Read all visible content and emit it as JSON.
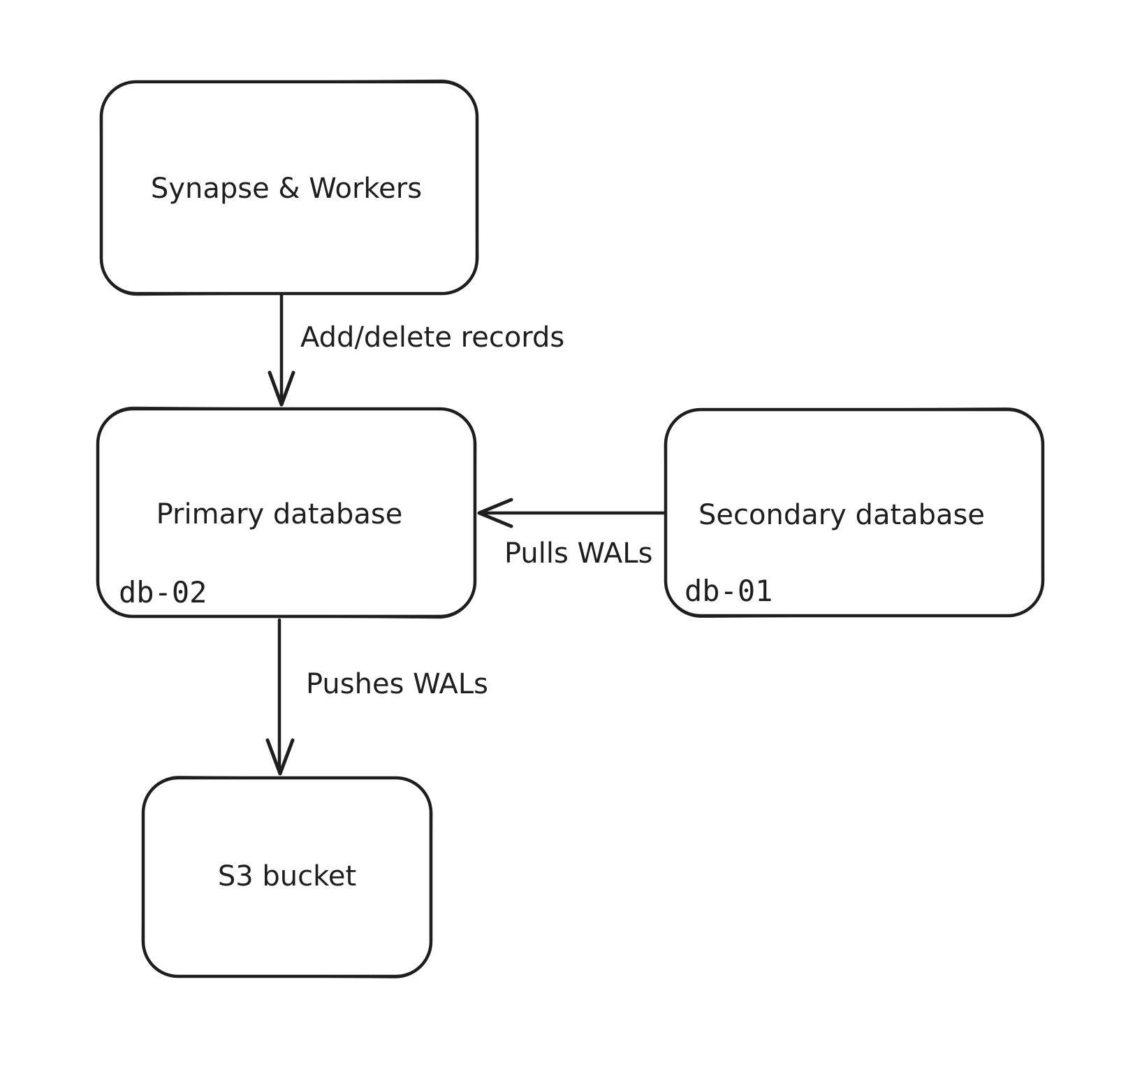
{
  "diagram": {
    "background_color": "#ffffff",
    "stroke_color": "#1e1e1e",
    "style": "hand-drawn"
  },
  "nodes": [
    {
      "id": "synapse-workers",
      "label": "Synapse & Workers"
    },
    {
      "id": "primary-database",
      "label": "Primary database",
      "code_label": "db-02"
    },
    {
      "id": "secondary-database",
      "label": "Secondary database",
      "code_label": "db-01"
    },
    {
      "id": "s3-bucket",
      "label": "S3 bucket"
    }
  ],
  "edges": [
    {
      "id": "add-delete-records",
      "from": "synapse-workers",
      "to": "primary-database",
      "label": "Add/delete records"
    },
    {
      "id": "pulls-wals",
      "from": "secondary-database",
      "to": "primary-database",
      "label": "Pulls WALs"
    },
    {
      "id": "pushes-wals",
      "from": "primary-database",
      "to": "s3-bucket",
      "label": "Pushes WALs"
    }
  ]
}
